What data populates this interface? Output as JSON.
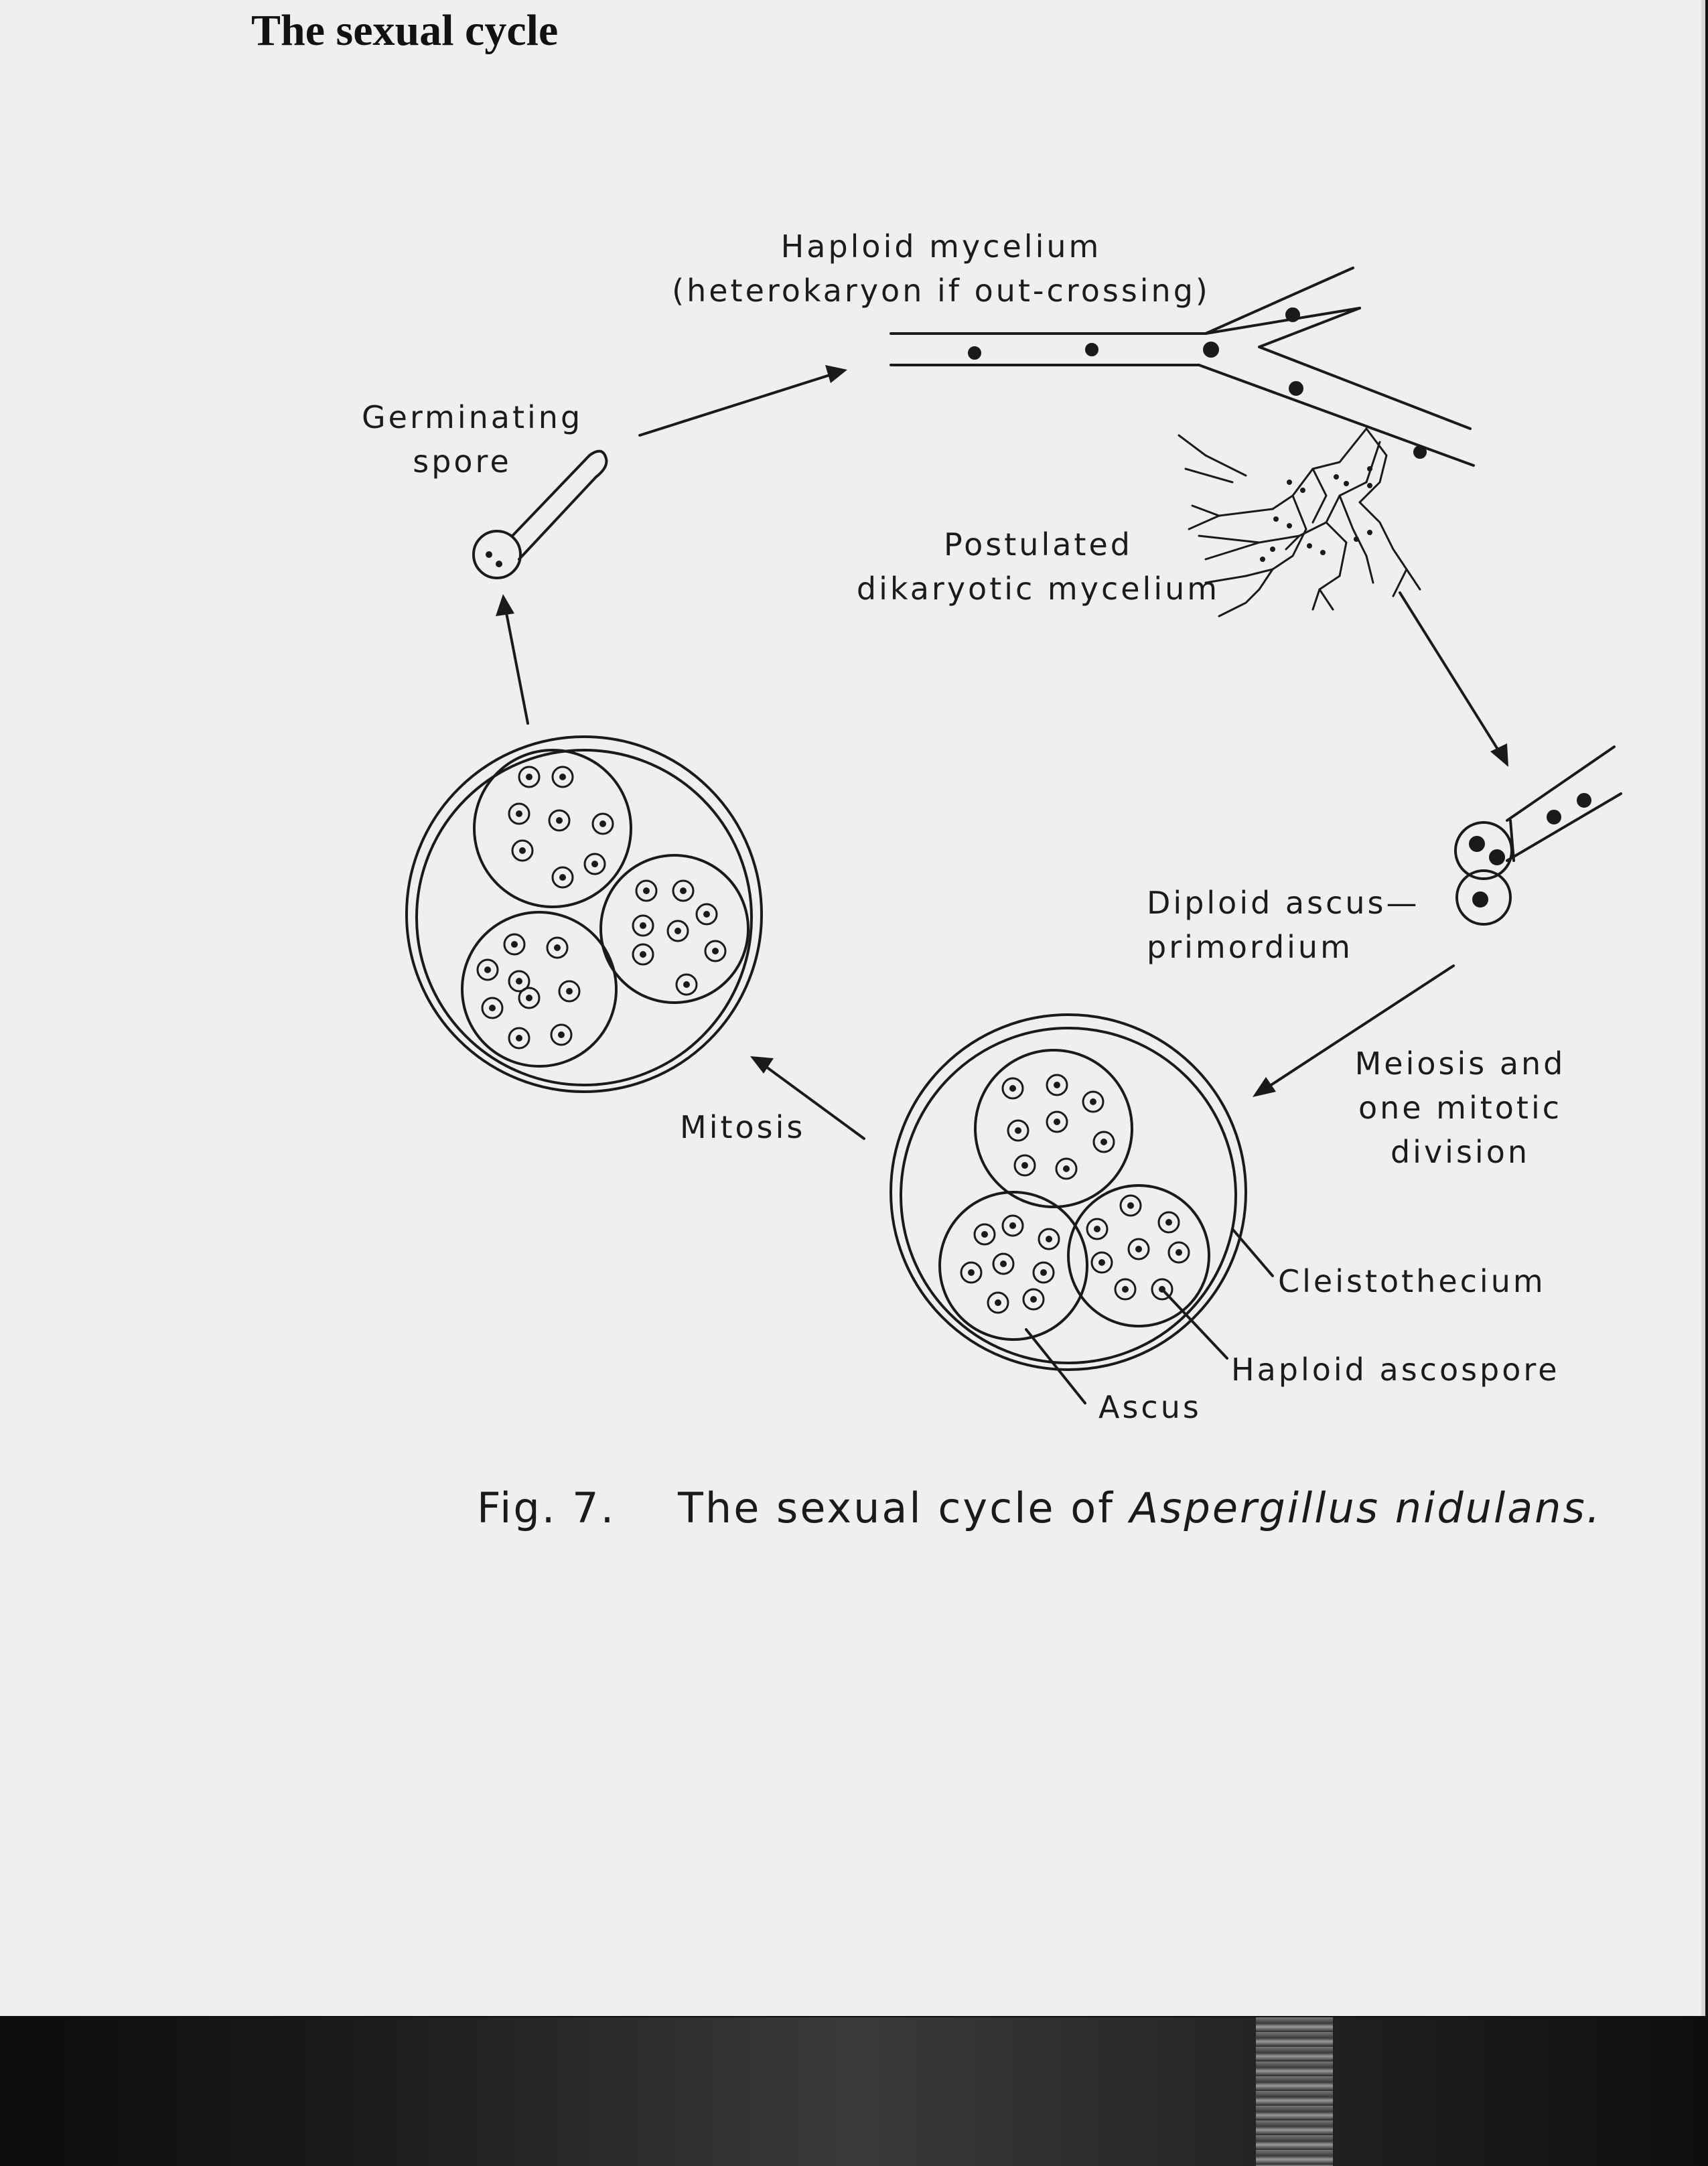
{
  "section_title": "The sexual cycle",
  "labels": {
    "haploid_mycelium": [
      "Haploid mycelium",
      "(heterokaryon if out-crossing)"
    ],
    "germinating_spore": [
      "Germinating",
      "spore"
    ],
    "dikaryotic_mycelium": [
      "Postulated",
      "dikaryotic mycelium"
    ],
    "diploid_ascus_primordium": [
      "Diploid ascus—",
      "primordium"
    ],
    "meiosis": [
      "Meiosis and",
      "one mitotic",
      "division"
    ],
    "mitosis": "Mitosis",
    "cleistothecium": "Cleistothecium",
    "haploid_ascospore": "Haploid ascospore",
    "ascus": "Ascus"
  },
  "caption": {
    "fig": "Fig. 7.",
    "text": "The sexual cycle of",
    "species": "Aspergillus nidulans."
  }
}
